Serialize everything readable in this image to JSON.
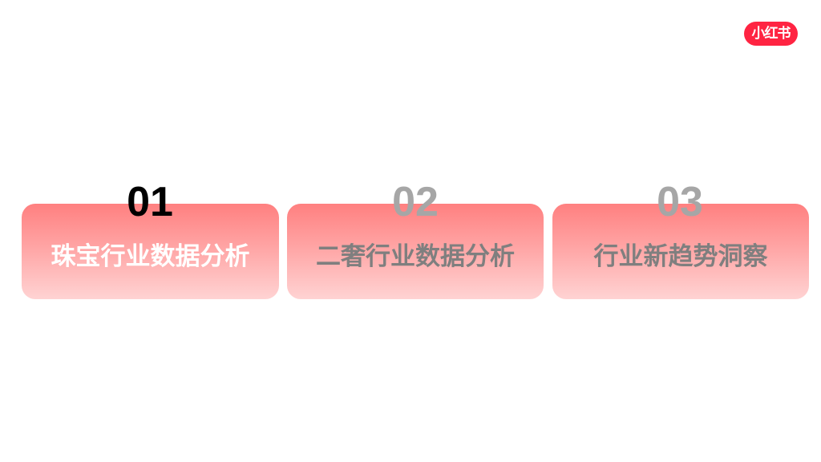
{
  "brand": {
    "logo_text": "小红书",
    "color": "#ff2442"
  },
  "sections": [
    {
      "number": "01",
      "title": "珠宝行业数据分析",
      "active": true,
      "number_color": "#000000",
      "title_color": "#ffffff"
    },
    {
      "number": "02",
      "title": "二奢行业数据分析",
      "active": false,
      "number_color": "#a6a6a6",
      "title_color": "#7f7f7f"
    },
    {
      "number": "03",
      "title": "行业新趋势洞察",
      "active": false,
      "number_color": "#a6a6a6",
      "title_color": "#7f7f7f"
    }
  ]
}
